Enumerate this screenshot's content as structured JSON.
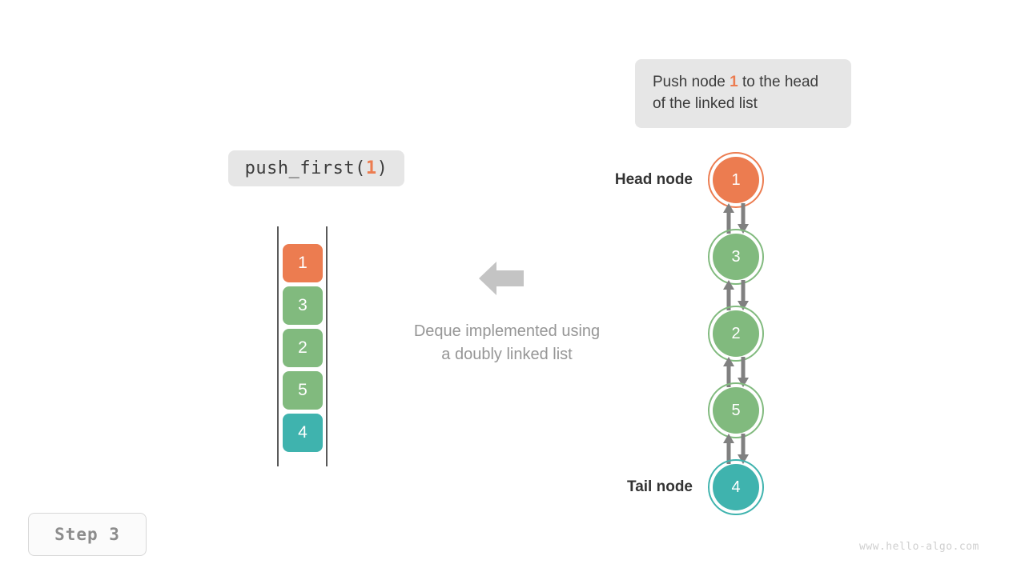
{
  "caption": {
    "prefix": "Push node ",
    "highlight": "1",
    "suffix": " to the head of the linked list"
  },
  "code_label": {
    "prefix": "push_first(",
    "highlight": "1",
    "suffix": ")"
  },
  "middle_note": {
    "line1": "Deque implemented using",
    "line2": "a doubly linked list"
  },
  "labels": {
    "head": "Head node",
    "tail": "Tail node"
  },
  "step_badge": "Step 3",
  "watermark": "www.hello-algo.com",
  "colors": {
    "orange": "#ec7c50",
    "green": "#81ba7e",
    "teal": "#3fb3ae",
    "gray_arrow": "#808080",
    "chip_bg": "#e6e6e6",
    "note_text": "#969696"
  },
  "stack": {
    "items": [
      {
        "value": "1",
        "color": "#ec7c50"
      },
      {
        "value": "3",
        "color": "#81ba7e"
      },
      {
        "value": "2",
        "color": "#81ba7e"
      },
      {
        "value": "5",
        "color": "#81ba7e"
      },
      {
        "value": "4",
        "color": "#3fb3ae"
      }
    ]
  },
  "linked_list": {
    "nodes": [
      {
        "value": "1",
        "color": "#ec7c50"
      },
      {
        "value": "3",
        "color": "#81ba7e"
      },
      {
        "value": "2",
        "color": "#81ba7e"
      },
      {
        "value": "5",
        "color": "#81ba7e"
      },
      {
        "value": "4",
        "color": "#3fb3ae"
      }
    ],
    "link_count": 4
  }
}
